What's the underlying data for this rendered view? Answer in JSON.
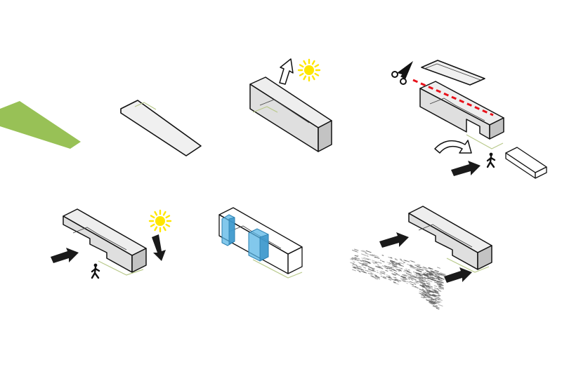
{
  "diagram": {
    "panel_count": 7,
    "colors": {
      "site": "#98c156",
      "outline": "#111111",
      "volume_fill": "#d9d9d9",
      "volume_fill_dark": "#bdbdbd",
      "sun": "#ffe600",
      "cut_line": "#e8121b",
      "glass": "#58b6e6",
      "arrow": "#1a1a1a",
      "ground_line": "#b8c98a",
      "texture": "#555555"
    },
    "panels": [
      {
        "id": "site",
        "icons": []
      },
      {
        "id": "plate",
        "icons": []
      },
      {
        "id": "volume",
        "icons": [
          "sun-icon",
          "hollow-arrow-icon"
        ]
      },
      {
        "id": "cut",
        "icons": [
          "scissors-icon",
          "cut-line",
          "curved-arrow-icon",
          "black-arrow-icon",
          "pedestrian-icon"
        ]
      },
      {
        "id": "entry",
        "icons": [
          "sun-icon",
          "black-arrow-icon",
          "pedestrian-icon"
        ]
      },
      {
        "id": "glazing",
        "icons": []
      },
      {
        "id": "context",
        "icons": [
          "black-arrow-icon",
          "texture-field"
        ]
      }
    ]
  }
}
